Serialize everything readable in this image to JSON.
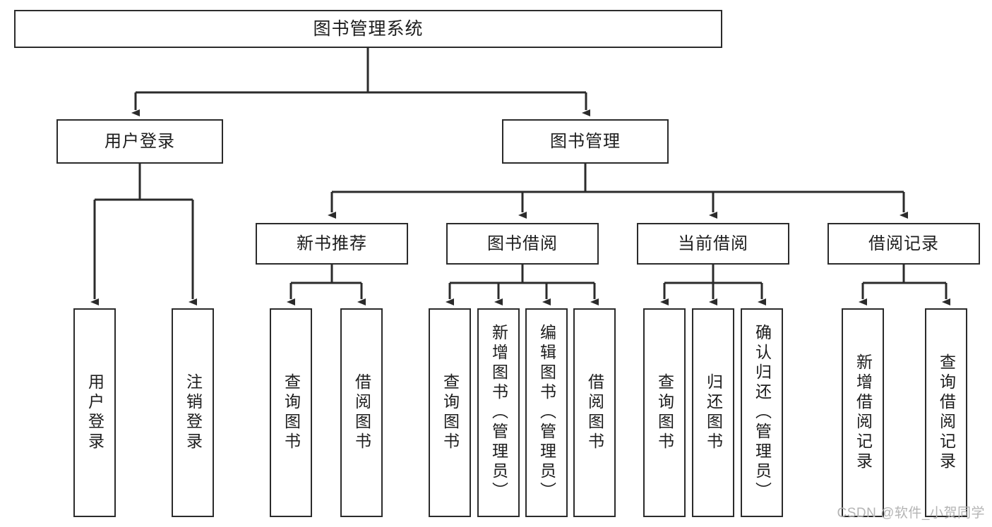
{
  "diagram": {
    "type": "tree",
    "title": "图书管理系统",
    "watermark": "CSDN @软件_小贺同学",
    "colors": {
      "node_border": "#2b2b2b",
      "node_fill": "#ffffff",
      "connector": "#2b2b2b",
      "text": "#1d1d1d",
      "watermark": "#b4b4b4"
    },
    "root": {
      "label": "图书管理系统"
    },
    "level2": [
      {
        "label": "用户登录"
      },
      {
        "label": "图书管理"
      }
    ],
    "level3": [
      {
        "label": "新书推荐"
      },
      {
        "label": "图书借阅"
      },
      {
        "label": "当前借阅"
      },
      {
        "label": "借阅记录"
      }
    ],
    "leaves": {
      "user_login": [
        {
          "label": "用户登录"
        },
        {
          "label": "注销登录"
        }
      ],
      "new_book_recommend": [
        {
          "label": "查询图书"
        },
        {
          "label": "借阅图书"
        }
      ],
      "book_borrow": [
        {
          "label": "查询图书"
        },
        {
          "label": "新增图书（管理员）"
        },
        {
          "label": "编辑图书（管理员）"
        },
        {
          "label": "借阅图书"
        }
      ],
      "current_borrow": [
        {
          "label": "查询图书"
        },
        {
          "label": "归还图书"
        },
        {
          "label": "确认归还（管理员）"
        }
      ],
      "borrow_record": [
        {
          "label": "新增借阅记录"
        },
        {
          "label": "查询借阅记录"
        }
      ]
    }
  }
}
